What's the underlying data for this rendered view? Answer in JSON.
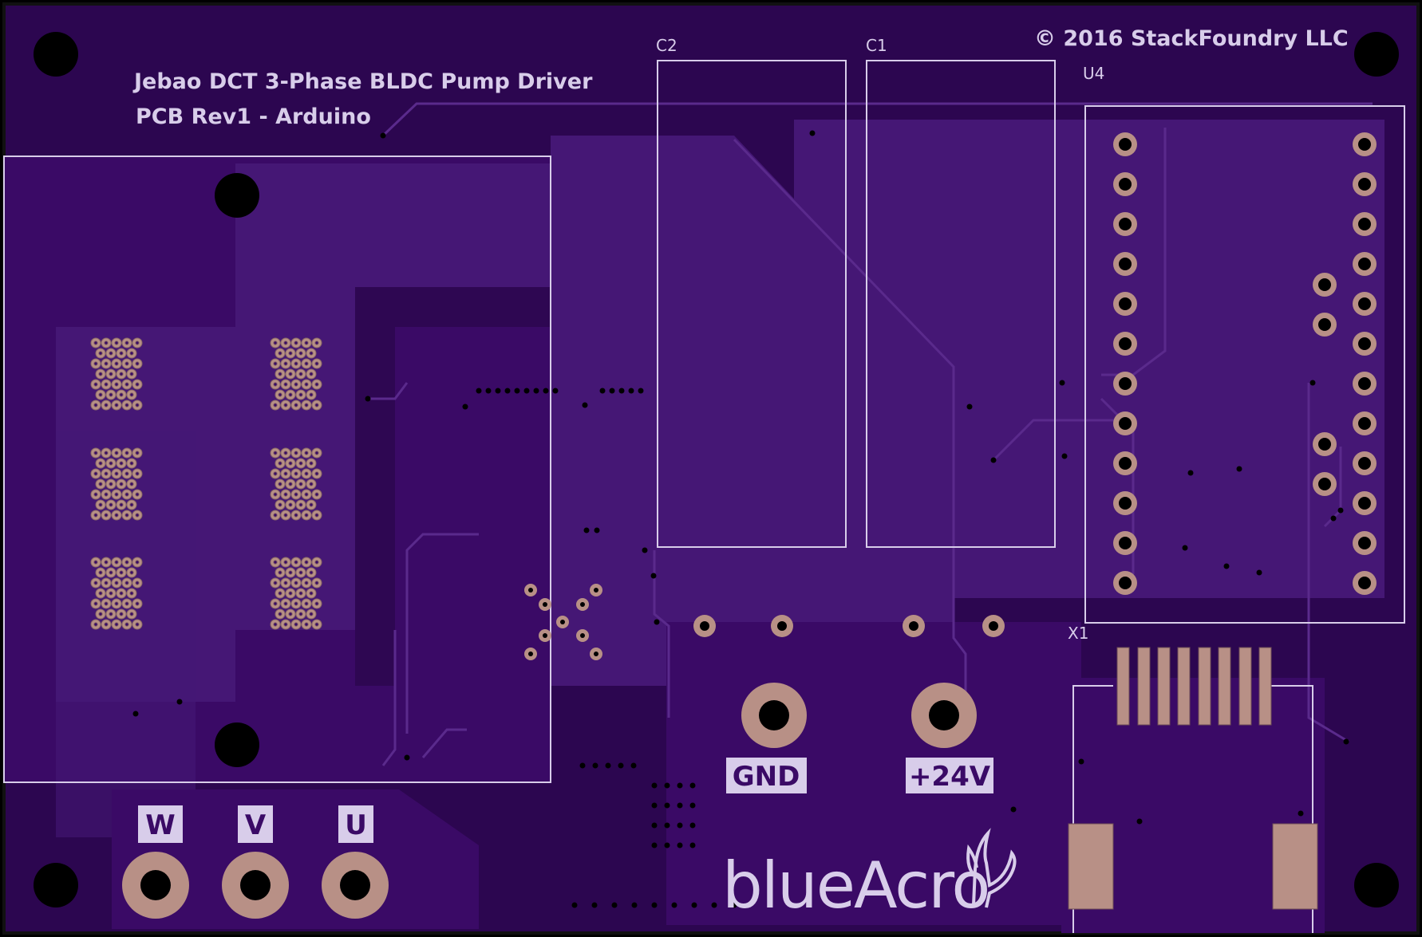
{
  "board": {
    "title_line1": "Jebao DCT 3-Phase BLDC Pump Driver",
    "title_line2": "PCB Rev1 - Arduino",
    "copyright": "© 2016 StackFoundry LLC",
    "logo_text": "blueAcro",
    "colors": {
      "background": "#2c0650",
      "pour_dark": "#3a0a66",
      "pour_light": "#451775",
      "silk": "#d8cdea",
      "trace": "#5a2a8c",
      "pad": "#b89086",
      "hole": "#000000"
    }
  },
  "designators": {
    "c2": "C2",
    "c1": "C1",
    "u4": "U4",
    "x1": "X1"
  },
  "connector_labels": {
    "gnd": "GND",
    "v24": "+24V",
    "w": "W",
    "v": "V",
    "u": "U"
  },
  "icons": {
    "logo_mark": "cactus-glyph"
  }
}
